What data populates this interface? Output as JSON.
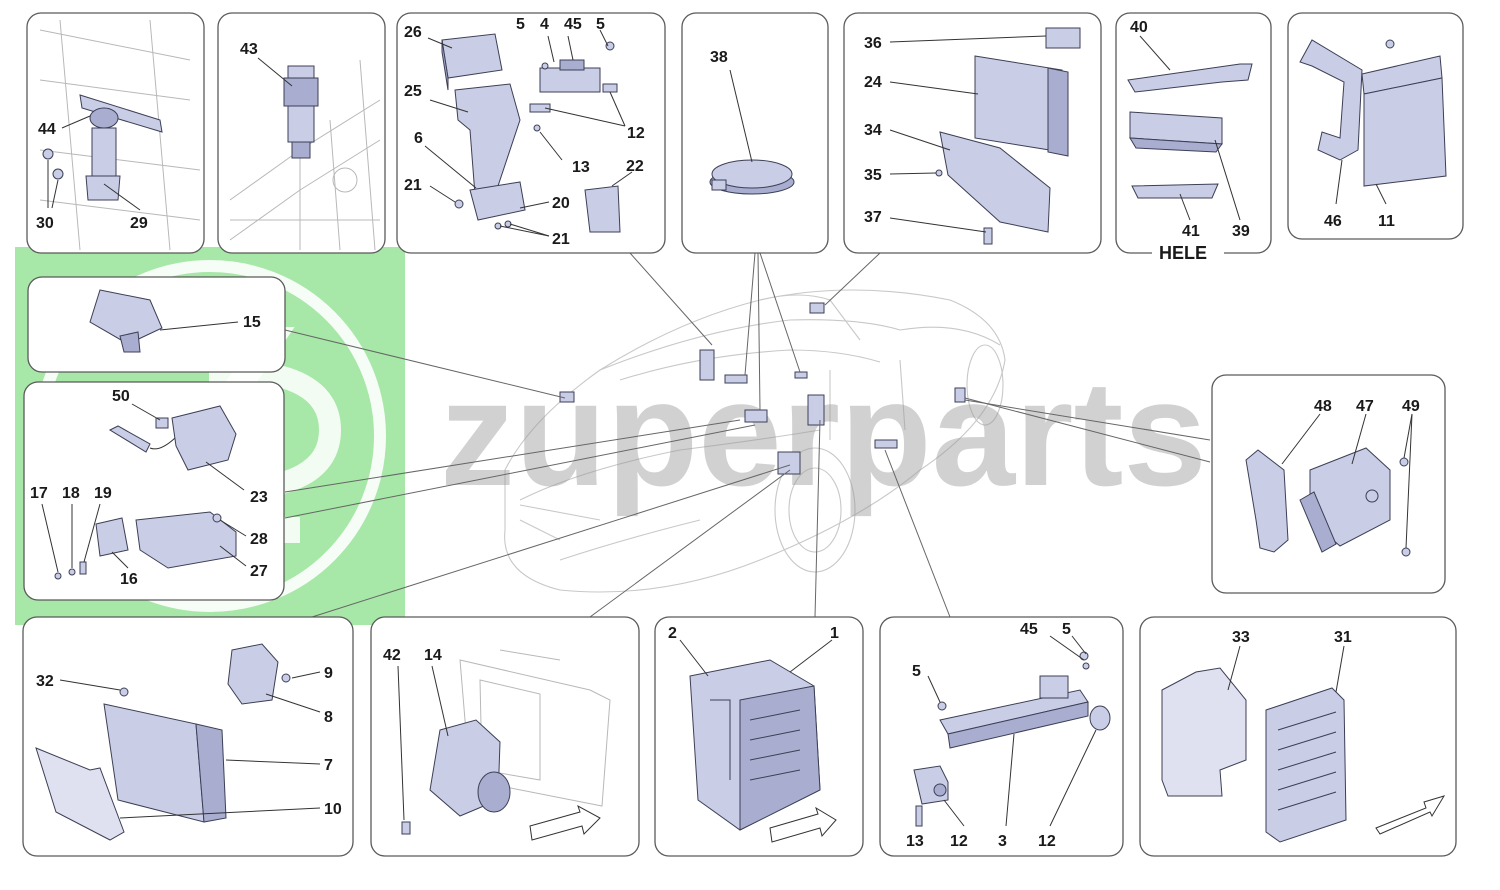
{
  "watermark": {
    "brand_text": "zuperparts",
    "logo_letters": "ZP",
    "color_green": "#5fd35f",
    "color_grey": "#9a9a9a"
  },
  "hele_label": "HELE",
  "callouts": {
    "p_tl": [
      "44",
      "30",
      "29"
    ],
    "p_43": [
      "43"
    ],
    "p_bracket": [
      "26",
      "5",
      "4",
      "45",
      "5",
      "25",
      "12",
      "6",
      "13",
      "22",
      "21",
      "20",
      "21"
    ],
    "p_38": [
      "38"
    ],
    "p_ecu_top": [
      "36",
      "24",
      "34",
      "35",
      "37"
    ],
    "p_hele": [
      "40",
      "41",
      "39"
    ],
    "p_11": [
      "46",
      "11"
    ],
    "p_15": [
      "15"
    ],
    "p_50": [
      "50",
      "23",
      "17",
      "18",
      "19",
      "28",
      "16",
      "27"
    ],
    "p_right": [
      "48",
      "47",
      "49"
    ],
    "p_bl": [
      "32",
      "9",
      "8",
      "7",
      "10"
    ],
    "p_14": [
      "42",
      "14"
    ],
    "p_fuse": [
      "2",
      "1"
    ],
    "p_switch": [
      "45",
      "5",
      "5",
      "13",
      "12",
      "3",
      "12"
    ],
    "p_ecu_br": [
      "33",
      "31"
    ]
  }
}
